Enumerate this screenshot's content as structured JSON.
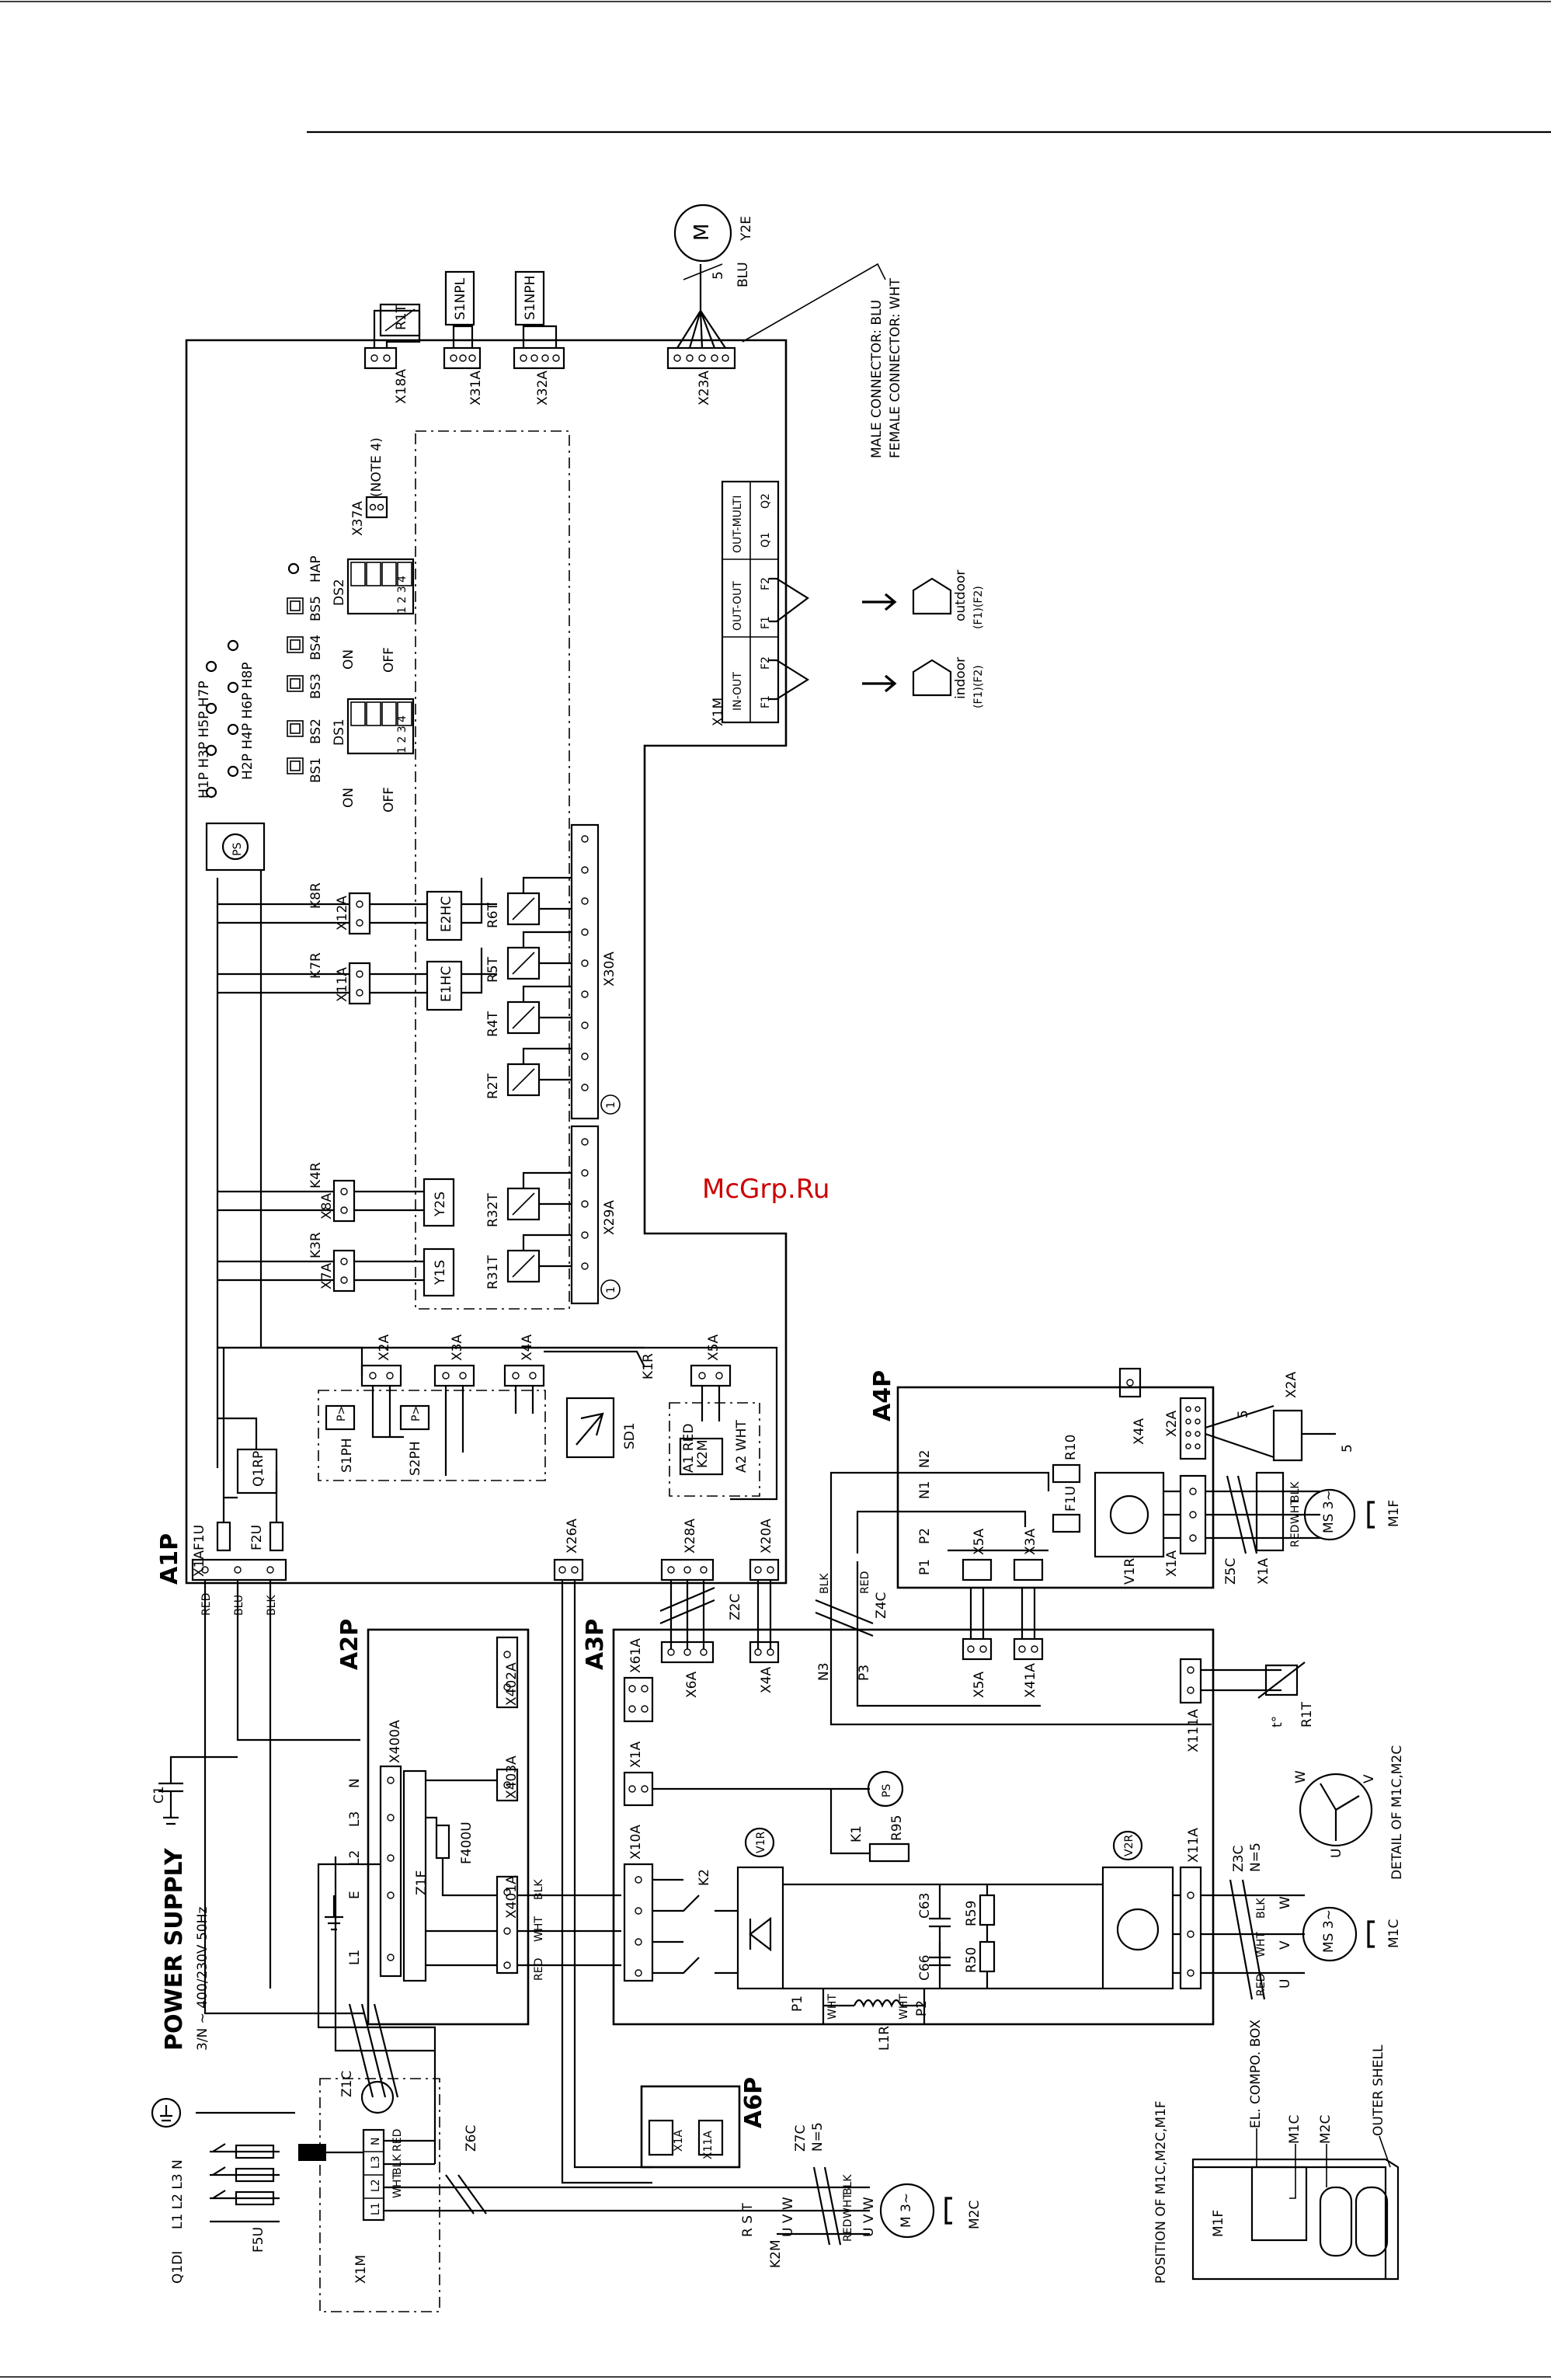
{
  "labels": {
    "power_supply": "POWER SUPPLY",
    "power_spec": "3/N ~ 400/230V 50Hz",
    "supply_terminals": "L1 L2 L3 N",
    "q1di": "Q1DI",
    "f5u": "F5U",
    "x1m_main": "X1M",
    "k2m": "K2M",
    "z6c": "Z6C",
    "z1c": "Z1C",
    "a1p": "A1P",
    "a2p": "A2P",
    "a3p": "A3P",
    "a4p": "A4P",
    "a6p": "A6P",
    "c1": "C1",
    "x1a": "X1A",
    "f1u": "F1U",
    "f2u": "F2U",
    "q1rp": "Q1RP",
    "x26a": "X26A",
    "x28a": "X28A",
    "x20a": "X20A",
    "z2c": "Z2C",
    "x2a": "X2A",
    "x3a": "X3A",
    "x4a": "X4A",
    "x5a": "X5A",
    "k1r": "K1R",
    "s1ph": "S1PH",
    "s2ph": "S2PH",
    "sd1": "SD1",
    "a1_red": "A1 RED",
    "a2_wht": "A2 WHT",
    "k2m_coil": "K2M",
    "x7a": "X7A",
    "x8a": "X8A",
    "k3r": "K3R",
    "k4r": "K4R",
    "y1s": "Y1S",
    "y2s": "Y2S",
    "r31t": "R31T",
    "r32t": "R32T",
    "x29a": "X29A",
    "x30a": "X30A",
    "r2t": "R2T",
    "r4t": "R4T",
    "r5t": "R5T",
    "r6t": "R6T",
    "x11a": "X11A",
    "x12a": "X12A",
    "k7r": "K7R",
    "k8r": "K8R",
    "e1hc": "E1HC",
    "e2hc": "E2HC",
    "ps": "PS",
    "circled_one": "1",
    "leds_row1": "H1P H3P H5P H7P",
    "leds_row2": "H2P H4P H6P H8P",
    "hap": "HAP",
    "bs1": "BS1",
    "bs2": "BS2",
    "bs3": "BS3",
    "bs4": "BS4",
    "bs5": "BS5",
    "ds1": "DS1",
    "ds2": "DS2",
    "on": "ON",
    "off": "OFF",
    "dip_nums": "1 2 3 4",
    "x37a": "X37A",
    "note4": "(NOTE 4)",
    "x18a": "X18A",
    "r1t": "R1T",
    "x31a": "X31A",
    "s1npl": "S1NPL",
    "x32a": "X32A",
    "s1nph": "S1NPH",
    "x23a": "X23A",
    "y2e": "Y2E",
    "five": "5",
    "blu": "BLU",
    "male_conn": "MALE CONNECTOR: BLU",
    "female_conn": "FEMALE CONNECTOR: WHT",
    "x1m_sig": "X1M",
    "in_out": "IN-OUT",
    "out_out": "OUT-OUT",
    "out_multi": "OUT-MULTI",
    "f1": "F1",
    "f2": "F2",
    "q1": "Q1",
    "q2": "Q2",
    "outdoor": "outdoor",
    "indoor": "indoor",
    "f1f2": "(F1)(F2)",
    "x400a": "X400A",
    "x401a": "X401A",
    "x402a": "X402A",
    "x403a": "X403A",
    "f400u": "F400U",
    "z1f": "Z1F",
    "e": "E",
    "n": "N",
    "l1": "L1",
    "l2": "L2",
    "l3": "L3",
    "blk": "BLK",
    "wht": "WHT",
    "red": "RED",
    "x61a": "X61A",
    "x6a": "X6A",
    "x4a_a3p": "X4A",
    "x1a_a3p": "X1A",
    "x10a": "X10A",
    "k1": "K1",
    "k2": "K2",
    "r95": "R95",
    "v1r": "V1R",
    "v2r": "V2R",
    "c63": "C63",
    "c66": "C66",
    "r59": "R59",
    "r50": "R50",
    "p1": "P1",
    "p2": "P2",
    "l1r": "L1R",
    "n3": "N3",
    "p3": "P3",
    "z4c": "Z4C",
    "x111a": "X111A",
    "r1t_a3p": "R1T",
    "t": "t°",
    "x5a_a3p": "X5A",
    "x41a": "X41A",
    "x11a_a3p": "X11A",
    "z3c": "Z3C",
    "n5": "N=5",
    "m1c": "M1C",
    "ms3": "MS 3~",
    "u": "U",
    "v": "V",
    "w": "W",
    "detail": "DETAIL OF M1C,M2C",
    "n1": "N1",
    "n2": "N2",
    "p1_a4p": "P1",
    "p2_a4p": "P2",
    "r10": "R10",
    "f1u_a4p": "F1U",
    "v1r_a4p": "V1R",
    "x4a_a4p": "X4A",
    "x2a_a4p": "X2A",
    "x1a_a4p": "X1A",
    "x5a_a4p": "X5A",
    "x3a_a4p": "X3A",
    "z5c": "Z5C",
    "m1f": "M1F",
    "x2a_top": "X2A",
    "m2c": "M2C",
    "m3": "M 3~",
    "z7c": "Z7C",
    "rst": "R S T",
    "uvw": "U V W",
    "position": "POSITION OF M1C,M2C,M1F",
    "el_compo": "EL. COMPO. BOX",
    "outer_shell": "OUTER SHELL",
    "m1c_pos": "M1C",
    "m2c_pos": "M2C",
    "m1f_pos": "M1F",
    "watermark": "McGrp.Ru",
    "x1a_a6p": "X1A",
    "x11a_a6p": "X11A"
  }
}
